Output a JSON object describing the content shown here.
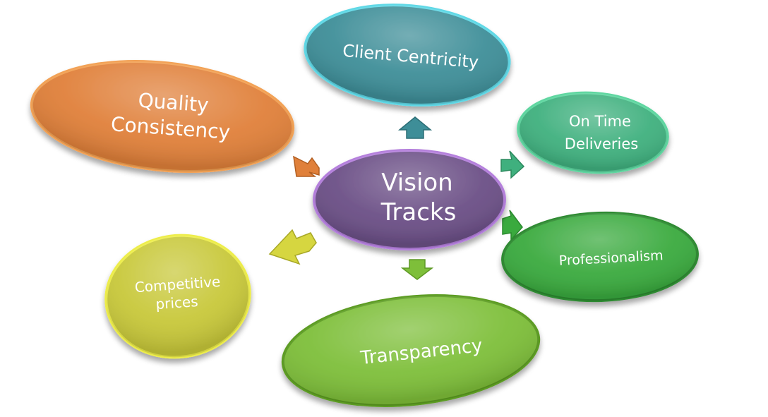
{
  "diagram": {
    "center": {
      "line1": "Vision",
      "line2": "Tracks",
      "color": "#6b4f86"
    },
    "nodes": [
      {
        "id": "quality",
        "line1": "Quality",
        "line2": "Consistency",
        "color": "#e0803a"
      },
      {
        "id": "client",
        "line1": "Client Centricity",
        "color": "#3e8e98"
      },
      {
        "id": "ontime",
        "line1": "On Time",
        "line2": "Deliveries",
        "color": "#3fb07e"
      },
      {
        "id": "professionalism",
        "line1": "Professionalism",
        "color": "#3aaa3e"
      },
      {
        "id": "transparency",
        "line1": "Transparency",
        "color": "#7ebf3a"
      },
      {
        "id": "competitive",
        "line1": "Competitive",
        "line2": "prices",
        "color": "#c8c83a"
      }
    ]
  }
}
